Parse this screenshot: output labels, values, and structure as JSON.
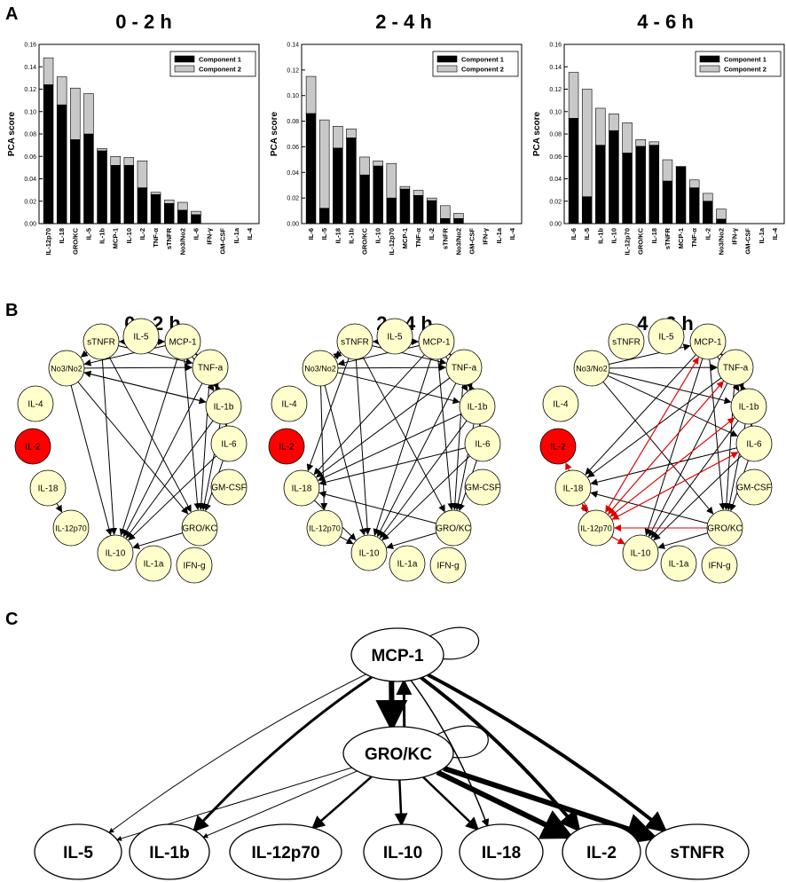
{
  "panels": {
    "a": "A",
    "b": "B",
    "c": "C"
  },
  "legend": {
    "component1": "Component 1",
    "component2": "Component 2"
  },
  "chart_data": [
    {
      "type": "bar",
      "stacked": true,
      "title": "0 - 2 h",
      "ylabel": "PCA score",
      "ylim": [
        0,
        0.16
      ],
      "yticks": [
        "0.00",
        "0.02",
        "0.04",
        "0.06",
        "0.08",
        "0.10",
        "0.12",
        "0.14",
        "0.16"
      ],
      "legend_position": "top-right",
      "categories": [
        "IL-12p70",
        "IL-18",
        "GRO/KC",
        "IL-5",
        "IL-1b",
        "MCP-1",
        "IL-10",
        "IL-2",
        "TNF-α",
        "sTNFR",
        "No3/No2",
        "IL-6",
        "IFN-γ",
        "GM-CSF",
        "IL-1a",
        "IL-4"
      ],
      "series": [
        {
          "name": "Component 1",
          "values": [
            0.124,
            0.106,
            0.075,
            0.08,
            0.065,
            0.052,
            0.052,
            0.032,
            0.026,
            0.018,
            0.012,
            0.008,
            0,
            0,
            0,
            0
          ],
          "color": "#000000"
        },
        {
          "name": "Component 2",
          "values": [
            0.024,
            0.025,
            0.046,
            0.036,
            0.002,
            0.008,
            0.007,
            0.024,
            0.002,
            0.003,
            0.007,
            0.003,
            0,
            0,
            0,
            0
          ],
          "color": "#c8c8c8"
        }
      ]
    },
    {
      "type": "bar",
      "stacked": true,
      "title": "2 - 4 h",
      "ylabel": "PCA score",
      "ylim": [
        0,
        0.14
      ],
      "yticks": [
        "0.00",
        "0.02",
        "0.04",
        "0.06",
        "0.08",
        "0.10",
        "0.12",
        "0.14"
      ],
      "legend_position": "top-right",
      "categories": [
        "IL-6",
        "IL-5",
        "IL-18",
        "IL-1b",
        "GRO/KC",
        "IL-10",
        "IL-12p70",
        "MCP-1",
        "TNF-α",
        "IL-2",
        "sTNFR",
        "No3/No2",
        "GM-CSF",
        "IFN-γ",
        "IL-1a",
        "IL-4"
      ],
      "series": [
        {
          "name": "Component 1",
          "values": [
            0.086,
            0.012,
            0.059,
            0.067,
            0.038,
            0.045,
            0.02,
            0.027,
            0.022,
            0.018,
            0.004,
            0.004,
            0,
            0,
            0,
            0
          ],
          "color": "#000000"
        },
        {
          "name": "Component 2",
          "values": [
            0.029,
            0.069,
            0.017,
            0.007,
            0.014,
            0.004,
            0.027,
            0.002,
            0.004,
            0.002,
            0.01,
            0.004,
            0,
            0,
            0,
            0
          ],
          "color": "#c8c8c8"
        }
      ]
    },
    {
      "type": "bar",
      "stacked": true,
      "title": "4 - 6 h",
      "ylabel": "PCA score",
      "ylim": [
        0,
        0.16
      ],
      "yticks": [
        "0.00",
        "0.02",
        "0.04",
        "0.06",
        "0.08",
        "0.10",
        "0.12",
        "0.14",
        "0.16"
      ],
      "legend_position": "top-right",
      "categories": [
        "IL-6",
        "IL-5",
        "IL-1b",
        "IL-10",
        "IL-12p70",
        "GRO/KC",
        "IL-18",
        "sTNFR",
        "MCP-1",
        "TNF-α",
        "IL-2",
        "No3/No2",
        "IFN-γ",
        "GM-CSF",
        "IL-1a",
        "IL-4"
      ],
      "series": [
        {
          "name": "Component 1",
          "values": [
            0.094,
            0.024,
            0.07,
            0.083,
            0.063,
            0.069,
            0.07,
            0.038,
            0.051,
            0.032,
            0.02,
            0.004,
            0,
            0,
            0,
            0
          ],
          "color": "#000000"
        },
        {
          "name": "Component 2",
          "values": [
            0.041,
            0.096,
            0.033,
            0.015,
            0.027,
            0.006,
            0.003,
            0.019,
            0,
            0.007,
            0.007,
            0.009,
            0,
            0,
            0,
            0
          ],
          "color": "#c8c8c8"
        }
      ]
    }
  ],
  "networks": [
    {
      "title": "0 - 2 h",
      "nodes": [
        {
          "id": "IL-5",
          "label": "IL-5"
        },
        {
          "id": "sTNFR",
          "label": "sTNFR"
        },
        {
          "id": "MCP-1",
          "label": "MCP-1"
        },
        {
          "id": "TNF-a",
          "label": "TNF-a"
        },
        {
          "id": "No3/No2",
          "label": "No3/No2"
        },
        {
          "id": "IL-4",
          "label": "IL-4"
        },
        {
          "id": "IL-1b",
          "label": "IL-1b"
        },
        {
          "id": "IL-6",
          "label": "IL-6"
        },
        {
          "id": "IL-2",
          "label": "IL-2",
          "highlight": true
        },
        {
          "id": "GM-CSF",
          "label": "GM-CSF"
        },
        {
          "id": "IL-18",
          "label": "IL-18"
        },
        {
          "id": "GRO/KC",
          "label": "GRO/KC"
        },
        {
          "id": "IL-12p70",
          "label": "IL-12p70"
        },
        {
          "id": "IL-10",
          "label": "IL-10"
        },
        {
          "id": "IL-1a",
          "label": "IL-1a"
        },
        {
          "id": "IFN-g",
          "label": "IFN-g"
        }
      ],
      "edges": [
        [
          "sTNFR",
          "MCP-1"
        ],
        [
          "MCP-1",
          "sTNFR"
        ],
        [
          "sTNFR",
          "TNF-a"
        ],
        [
          "sTNFR",
          "No3/No2"
        ],
        [
          "MCP-1",
          "TNF-a"
        ],
        [
          "TNF-a",
          "MCP-1"
        ],
        [
          "MCP-1",
          "No3/No2"
        ],
        [
          "MCP-1",
          "IL-1b"
        ],
        [
          "TNF-a",
          "IL-1b"
        ],
        [
          "IL-1b",
          "TNF-a"
        ],
        [
          "No3/No2",
          "TNF-a"
        ],
        [
          "No3/No2",
          "IL-1b"
        ],
        [
          "IL-1b",
          "No3/No2"
        ],
        [
          "IL-1b",
          "IL-6"
        ],
        [
          "IL-6",
          "IL-1b"
        ],
        [
          "IL-6",
          "GRO/KC"
        ],
        [
          "sTNFR",
          "IL-10"
        ],
        [
          "sTNFR",
          "GRO/KC"
        ],
        [
          "MCP-1",
          "IL-10"
        ],
        [
          "MCP-1",
          "GRO/KC"
        ],
        [
          "No3/No2",
          "IL-10"
        ],
        [
          "No3/No2",
          "GRO/KC"
        ],
        [
          "TNF-a",
          "IL-10"
        ],
        [
          "TNF-a",
          "GRO/KC"
        ],
        [
          "IL-1b",
          "IL-10"
        ],
        [
          "IL-1b",
          "GRO/KC"
        ],
        [
          "IL-6",
          "IL-10"
        ],
        [
          "GRO/KC",
          "IL-10"
        ],
        [
          "IL-18",
          "IL-12p70"
        ]
      ]
    },
    {
      "title": "2 - 4 h",
      "nodes": [
        {
          "id": "IL-5",
          "label": "IL-5"
        },
        {
          "id": "sTNFR",
          "label": "sTNFR"
        },
        {
          "id": "MCP-1",
          "label": "MCP-1"
        },
        {
          "id": "TNF-a",
          "label": "TNF-a"
        },
        {
          "id": "No3/No2",
          "label": "No3/No2"
        },
        {
          "id": "IL-4",
          "label": "IL-4"
        },
        {
          "id": "IL-1b",
          "label": "IL-1b"
        },
        {
          "id": "IL-6",
          "label": "IL-6"
        },
        {
          "id": "IL-2",
          "label": "IL-2",
          "highlight": true
        },
        {
          "id": "GM-CSF",
          "label": "GM-CSF"
        },
        {
          "id": "IL-18",
          "label": "IL-18"
        },
        {
          "id": "GRO/KC",
          "label": "GRO/KC"
        },
        {
          "id": "IL-12p70",
          "label": "IL-12p70"
        },
        {
          "id": "IL-10",
          "label": "IL-10"
        },
        {
          "id": "IL-1a",
          "label": "IL-1a"
        },
        {
          "id": "IFN-g",
          "label": "IFN-g"
        }
      ],
      "edges": [
        [
          "sTNFR",
          "MCP-1"
        ],
        [
          "MCP-1",
          "sTNFR"
        ],
        [
          "sTNFR",
          "TNF-a"
        ],
        [
          "sTNFR",
          "No3/No2"
        ],
        [
          "No3/No2",
          "sTNFR"
        ],
        [
          "MCP-1",
          "TNF-a"
        ],
        [
          "TNF-a",
          "MCP-1"
        ],
        [
          "MCP-1",
          "No3/No2"
        ],
        [
          "MCP-1",
          "IL-1b"
        ],
        [
          "TNF-a",
          "IL-1b"
        ],
        [
          "IL-1b",
          "TNF-a"
        ],
        [
          "No3/No2",
          "TNF-a"
        ],
        [
          "No3/No2",
          "IL-1b"
        ],
        [
          "IL-1b",
          "IL-6"
        ],
        [
          "IL-6",
          "IL-1b"
        ],
        [
          "IL-6",
          "GRO/KC"
        ],
        [
          "sTNFR",
          "IL-18"
        ],
        [
          "sTNFR",
          "IL-10"
        ],
        [
          "sTNFR",
          "GRO/KC"
        ],
        [
          "MCP-1",
          "IL-18"
        ],
        [
          "MCP-1",
          "IL-10"
        ],
        [
          "MCP-1",
          "GRO/KC"
        ],
        [
          "No3/No2",
          "IL-10"
        ],
        [
          "No3/No2",
          "IL-12p70"
        ],
        [
          "TNF-a",
          "IL-18"
        ],
        [
          "TNF-a",
          "IL-10"
        ],
        [
          "TNF-a",
          "GRO/KC"
        ],
        [
          "IL-1b",
          "IL-18"
        ],
        [
          "IL-1b",
          "IL-10"
        ],
        [
          "IL-1b",
          "GRO/KC"
        ],
        [
          "IL-6",
          "IL-18"
        ],
        [
          "IL-6",
          "IL-10"
        ],
        [
          "GRO/KC",
          "IL-10"
        ],
        [
          "GRO/KC",
          "IL-18"
        ],
        [
          "IL-18",
          "IL-10"
        ],
        [
          "IL-12p70",
          "IL-10"
        ]
      ]
    },
    {
      "title": "4 - 6 h",
      "nodes": [
        {
          "id": "IL-5",
          "label": "IL-5"
        },
        {
          "id": "sTNFR",
          "label": "sTNFR"
        },
        {
          "id": "MCP-1",
          "label": "MCP-1"
        },
        {
          "id": "TNF-a",
          "label": "TNF-a"
        },
        {
          "id": "No3/No2",
          "label": "No3/No2"
        },
        {
          "id": "IL-4",
          "label": "IL-4"
        },
        {
          "id": "IL-1b",
          "label": "IL-1b"
        },
        {
          "id": "IL-6",
          "label": "IL-6"
        },
        {
          "id": "IL-2",
          "label": "IL-2",
          "highlight": true
        },
        {
          "id": "GM-CSF",
          "label": "GM-CSF"
        },
        {
          "id": "IL-18",
          "label": "IL-18"
        },
        {
          "id": "GRO/KC",
          "label": "GRO/KC"
        },
        {
          "id": "IL-12p70",
          "label": "IL-12p70"
        },
        {
          "id": "IL-10",
          "label": "IL-10"
        },
        {
          "id": "IL-1a",
          "label": "IL-1a"
        },
        {
          "id": "IFN-g",
          "label": "IFN-g"
        }
      ],
      "edges": [
        [
          "No3/No2",
          "MCP-1"
        ],
        [
          "No3/No2",
          "TNF-a"
        ],
        [
          "No3/No2",
          "IL-1b"
        ],
        [
          "No3/No2",
          "IL-6"
        ],
        [
          "No3/No2",
          "GRO/KC"
        ],
        [
          "MCP-1",
          "TNF-a"
        ],
        [
          "TNF-a",
          "MCP-1"
        ],
        [
          "TNF-a",
          "IL-1b"
        ],
        [
          "IL-1b",
          "TNF-a"
        ],
        [
          "IL-1b",
          "IL-6"
        ],
        [
          "IL-6",
          "IL-1b"
        ],
        [
          "MCP-1",
          "IL-1b"
        ],
        [
          "MCP-1",
          "GRO/KC"
        ],
        [
          "TNF-a",
          "GRO/KC"
        ],
        [
          "IL-1b",
          "GRO/KC"
        ],
        [
          "IL-6",
          "GRO/KC"
        ],
        [
          "MCP-1",
          "IL-10"
        ],
        [
          "TNF-a",
          "IL-10"
        ],
        [
          "IL-1b",
          "IL-10"
        ],
        [
          "IL-6",
          "IL-10"
        ],
        [
          "MCP-1",
          "IL-18"
        ],
        [
          "TNF-a",
          "IL-18"
        ],
        [
          "IL-6",
          "IL-18"
        ],
        [
          "GRO/KC",
          "IL-18"
        ],
        [
          "GRO/KC",
          "IL-10"
        ],
        [
          "IL-18",
          "IL-12p70"
        ],
        [
          "IL-12p70",
          "IL-10"
        ],
        [
          "MCP-1",
          "IL-12p70",
          "red"
        ],
        [
          "TNF-a",
          "IL-12p70",
          "red"
        ],
        [
          "IL-1b",
          "IL-12p70",
          "red"
        ],
        [
          "IL-6",
          "IL-12p70",
          "red"
        ],
        [
          "GRO/KC",
          "IL-12p70",
          "red"
        ],
        [
          "IL-12p70",
          "MCP-1",
          "red"
        ],
        [
          "IL-12p70",
          "TNF-a",
          "red"
        ],
        [
          "IL-12p70",
          "IL-1b",
          "red"
        ],
        [
          "IL-12p70",
          "IL-6",
          "red"
        ],
        [
          "IL-12p70",
          "IL-2",
          "red"
        ],
        [
          "IL-12p70",
          "IL-18",
          "red"
        ],
        [
          "IL-12p70",
          "IL-10",
          "red"
        ]
      ]
    }
  ],
  "diagram_c": {
    "nodes": [
      {
        "id": "MCP-1",
        "label": "MCP-1"
      },
      {
        "id": "GRO/KC",
        "label": "GRO/KC"
      },
      {
        "id": "IL-5",
        "label": "IL-5"
      },
      {
        "id": "IL-1b",
        "label": "IL-1b"
      },
      {
        "id": "IL-12p70",
        "label": "IL-12p70"
      },
      {
        "id": "IL-10",
        "label": "IL-10"
      },
      {
        "id": "IL-18",
        "label": "IL-18"
      },
      {
        "id": "IL-2",
        "label": "IL-2"
      },
      {
        "id": "sTNFR",
        "label": "sTNFR"
      }
    ],
    "edges": [
      {
        "from": "MCP-1",
        "to": "GRO/KC",
        "weight": 6
      },
      {
        "from": "GRO/KC",
        "to": "MCP-1",
        "weight": 3
      },
      {
        "from": "MCP-1",
        "to": "IL-5",
        "weight": 1
      },
      {
        "from": "MCP-1",
        "to": "IL-1b",
        "weight": 3
      },
      {
        "from": "MCP-1",
        "to": "IL-18",
        "weight": 1.5
      },
      {
        "from": "MCP-1",
        "to": "IL-2",
        "weight": 4
      },
      {
        "from": "MCP-1",
        "to": "sTNFR",
        "weight": 4
      },
      {
        "from": "GRO/KC",
        "to": "IL-5",
        "weight": 1
      },
      {
        "from": "GRO/KC",
        "to": "IL-1b",
        "weight": 1
      },
      {
        "from": "GRO/KC",
        "to": "IL-12p70",
        "weight": 2.5
      },
      {
        "from": "GRO/KC",
        "to": "IL-10",
        "weight": 2.5
      },
      {
        "from": "GRO/KC",
        "to": "IL-18",
        "weight": 2.5
      },
      {
        "from": "GRO/KC",
        "to": "IL-2",
        "weight": 6
      },
      {
        "from": "GRO/KC",
        "to": "sTNFR",
        "weight": 6
      }
    ],
    "self_loops": [
      "MCP-1",
      "GRO/KC"
    ]
  }
}
